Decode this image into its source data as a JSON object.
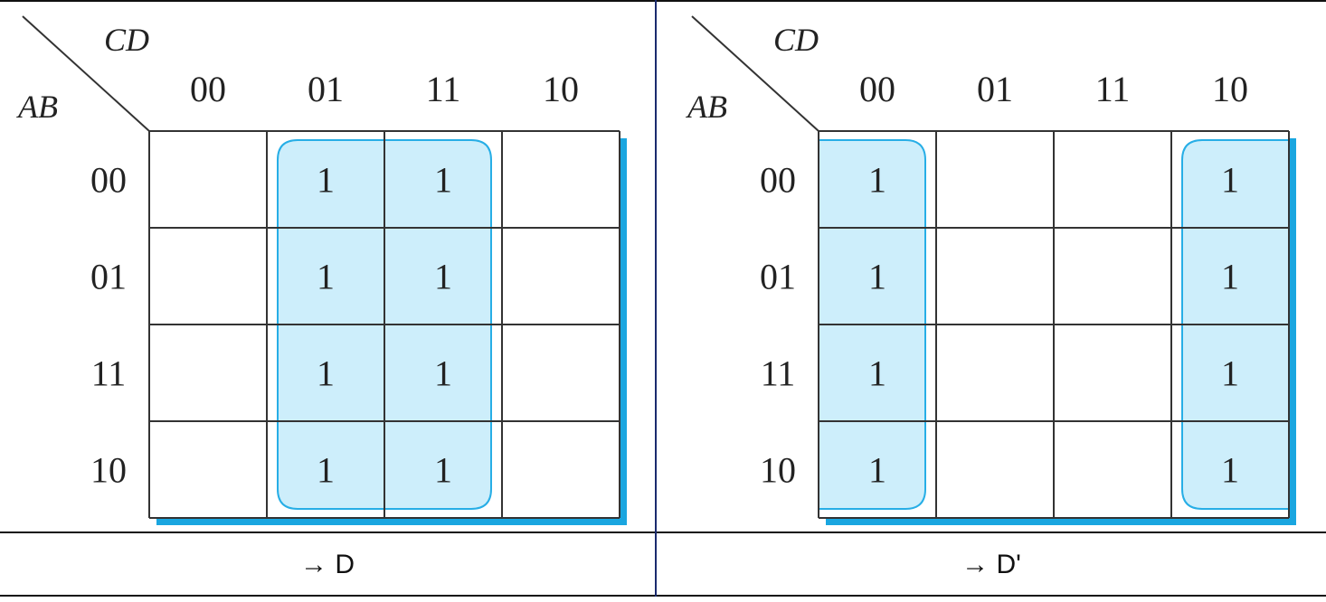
{
  "colors": {
    "group_fill": "#cdeefb",
    "group_stroke": "#27aee6",
    "shadow": "#1aa6e0",
    "grid": "#333333",
    "text": "#222222"
  },
  "maps": [
    {
      "var_cols": "CD",
      "var_rows": "AB",
      "col_labels": [
        "00",
        "01",
        "11",
        "10"
      ],
      "row_labels": [
        "00",
        "01",
        "11",
        "10"
      ],
      "cells": [
        [
          "",
          "1",
          "1",
          ""
        ],
        [
          "",
          "1",
          "1",
          ""
        ],
        [
          "",
          "1",
          "1",
          ""
        ],
        [
          "",
          "1",
          "1",
          ""
        ]
      ],
      "groups": [
        {
          "cols": [
            1,
            2
          ],
          "rows": [
            0,
            3
          ],
          "open_left": false,
          "open_right": false
        }
      ],
      "caption": "→ D"
    },
    {
      "var_cols": "CD",
      "var_rows": "AB",
      "col_labels": [
        "00",
        "01",
        "11",
        "10"
      ],
      "row_labels": [
        "00",
        "01",
        "11",
        "10"
      ],
      "cells": [
        [
          "1",
          "",
          "",
          "1"
        ],
        [
          "1",
          "",
          "",
          "1"
        ],
        [
          "1",
          "",
          "",
          "1"
        ],
        [
          "1",
          "",
          "",
          "1"
        ]
      ],
      "groups": [
        {
          "cols": [
            0,
            0
          ],
          "rows": [
            0,
            3
          ],
          "open_left": true,
          "open_right": false
        },
        {
          "cols": [
            3,
            3
          ],
          "rows": [
            0,
            3
          ],
          "open_left": false,
          "open_right": true
        }
      ],
      "caption": "→ D'"
    }
  ]
}
